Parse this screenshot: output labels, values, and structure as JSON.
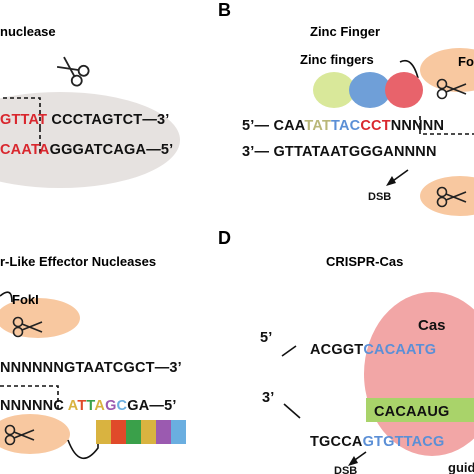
{
  "panels": {
    "a": {
      "title": "nuclease"
    },
    "b": {
      "letter": "B",
      "title": "Zinc Finger",
      "zinc_label": "Zinc fingers",
      "fokl_partial": "Fok",
      "five_prime": "5’",
      "top_seq": [
        "CAA",
        "TAT",
        "TAC",
        "CCT",
        "NNNNN"
      ],
      "three_prime": "3’",
      "bottom_seq": "GTTATAATGGGANNNN",
      "dsb": "DSB"
    },
    "c": {
      "title": "r-Like Effector Nucleases",
      "fokl": "FokI",
      "top_seq": "NNNNNNGTAATCGCT",
      "top_end": "3’",
      "bottom_seq_n": "NNNNNC",
      "bottom_seq_color": [
        "A",
        "T",
        "T",
        "A",
        "G",
        "C",
        "G",
        "A"
      ],
      "bottom_end": "5’"
    },
    "d": {
      "letter": "D",
      "title": "CRISPR-Cas",
      "cas_label": "Cas",
      "five_prime": "5’",
      "three_prime": "3’",
      "top_seq_black": "ACGGT",
      "top_seq_blue": "CACAATG",
      "guide_seq": "CACAAUG",
      "bottom_seq_black": "TGCCA",
      "bottom_seq_blue": "GTGTTACG",
      "dsb": "DSB",
      "guide_partial": "guid"
    },
    "a_seq": {
      "top_red": "GTTAT",
      "top_black": "CCCTAGTCT",
      "top_end": "3’",
      "bottom_red": "CAATA",
      "bottom_black": "GGGATCAGA",
      "bottom_end": "5’"
    }
  },
  "colors": {
    "orange_blob": "#f8c8a0",
    "gray_blob": "#e6e2e0",
    "pink_blob": "#f2a6a6",
    "green_band": "#a9d36a",
    "red_text": "#d9272e",
    "blue_text": "#5b8fd6",
    "zinc_green": "#d9e89a",
    "zinc_blue": "#6f9fd8",
    "zinc_red": "#e8636b",
    "guide_green": "#7bbf3a"
  }
}
